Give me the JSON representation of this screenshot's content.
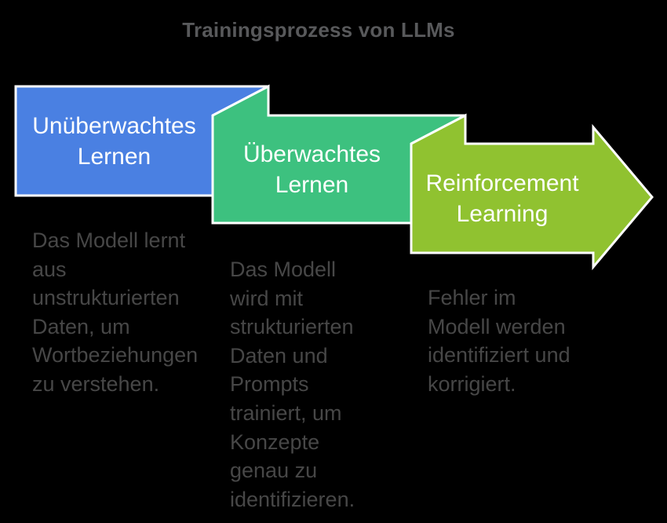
{
  "title": "Trainingsprozess von LLMs",
  "colors": {
    "background": "#000000",
    "outline": "#FFFFFF",
    "stage1_blue": "#4A80E2",
    "stage2_green": "#3DC17F",
    "stage3_lime": "#90C230",
    "title_text": "#58595B",
    "body_text": "#474747",
    "label_text": "#FFFFFF"
  },
  "stages": [
    {
      "label": "Unüberwachtes\nLernen",
      "description": "Das Modell lernt\naus\nunstrukturierten\nDaten, um\nWortbeziehungen\nzu verstehen."
    },
    {
      "label": "Überwachtes\nLernen",
      "description": "Das Modell\nwird mit\nstrukturierten\nDaten und\nPrompts\ntrainiert, um\nKonzepte\ngenau zu\nidentifizieren."
    },
    {
      "label": "Reinforcement\nLearning",
      "description": "Fehler im\nModell werden\nidentifiziert und\nkorrigiert."
    }
  ]
}
